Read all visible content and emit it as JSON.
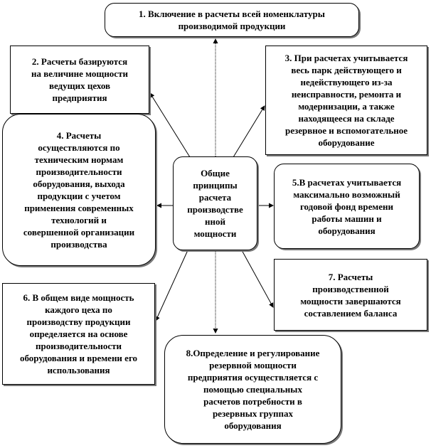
{
  "center": {
    "lines": [
      "Общие",
      "принципы",
      "расчета",
      "производстве",
      "нной",
      "мощности"
    ]
  },
  "principles": [
    {
      "lines": [
        "1. Включение в расчеты всей номенклатуры",
        "производимой продукции"
      ]
    },
    {
      "lines": [
        "2. Расчеты базируются",
        "на величине  мощности",
        "ведущих  цехов",
        "предприятия"
      ]
    },
    {
      "lines": [
        "3. При расчетах  учитывается",
        "весь парк действующего  и",
        "недействующего  из-за",
        "неисправности, ремонта и",
        "модернизации, а также",
        "находящееся  на складе",
        "резервное и вспомогательное",
        "оборудование"
      ]
    },
    {
      "lines": [
        "4. Расчеты",
        "осуществляются  по",
        "техническим нормам",
        "производительности",
        "оборудования, выхода",
        "продукции с учетом",
        "применения современных",
        "технологий и",
        "совершенной организации",
        "производства"
      ]
    },
    {
      "lines": [
        "5.В расчетах учитывается",
        "максимально возможный",
        "годовой фонд времени",
        "работы машин и",
        "оборудования"
      ]
    },
    {
      "lines": [
        "6. В общем виде мощность",
        "каждого цеха по",
        "производству продукции",
        "определяется на основе",
        "производительности",
        "оборудования и времени его",
        "использования"
      ]
    },
    {
      "lines": [
        "7. Расчеты",
        "производственной",
        "мощности завершаются",
        "составлением баланса"
      ]
    },
    {
      "lines": [
        "8.Определение и регулирование",
        "резервной мощности",
        "предприятия осуществляется  с",
        "помощью  специальных",
        "расчетов потребности в",
        "резервных группах",
        "оборудования"
      ]
    }
  ]
}
